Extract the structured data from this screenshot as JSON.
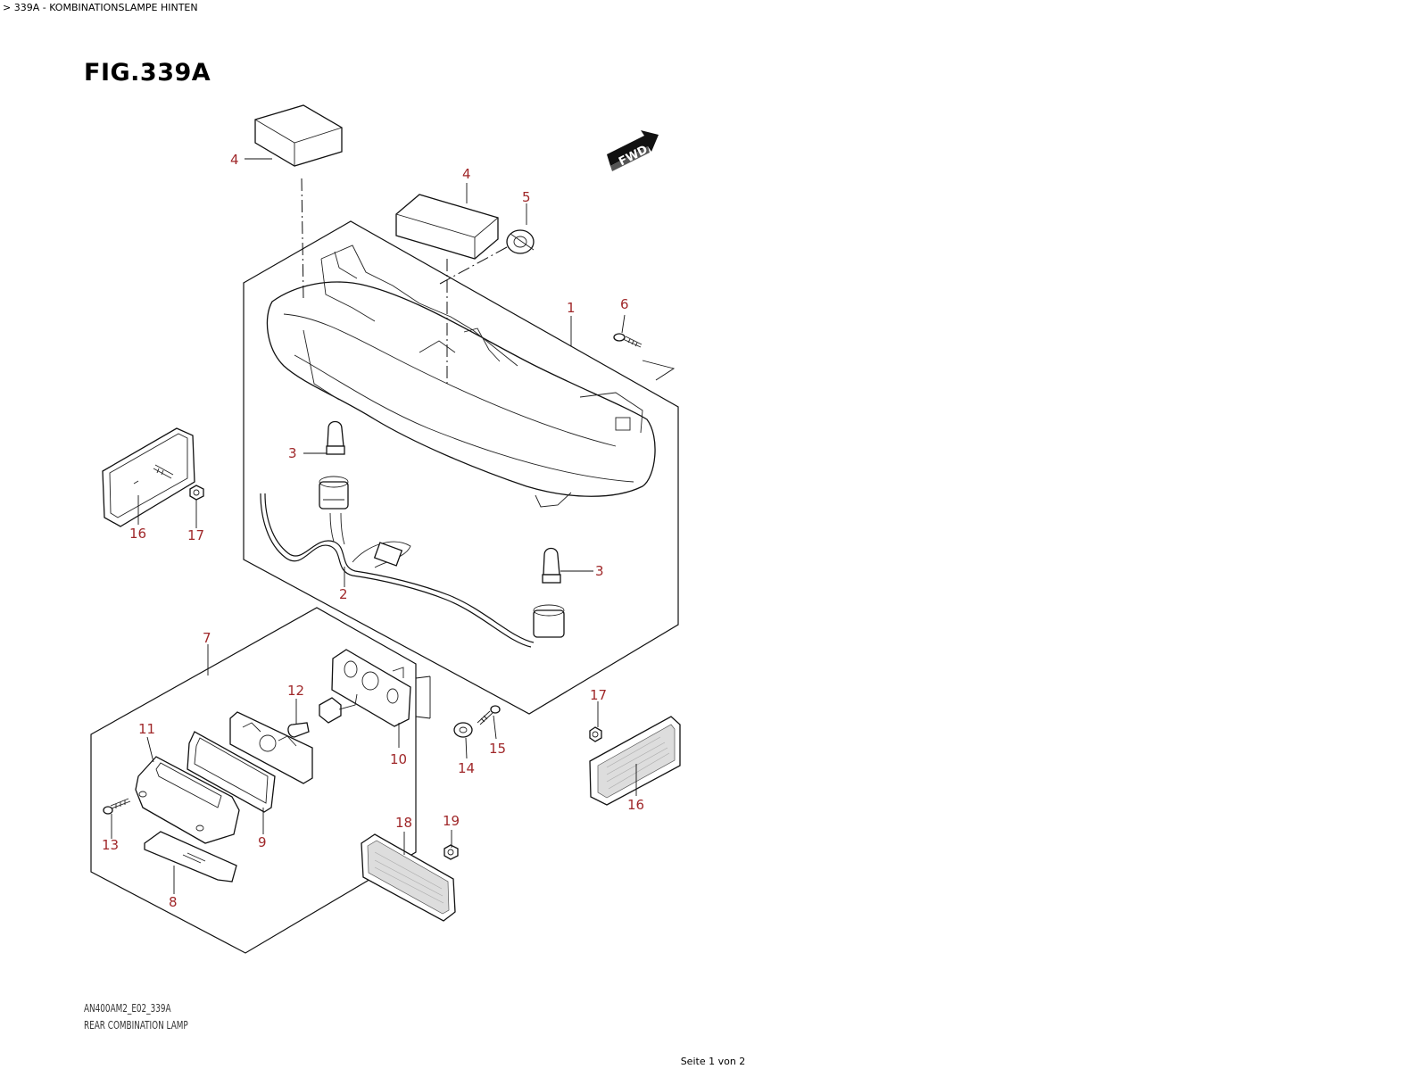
{
  "header": "> 339A - KOMBINATIONSLAMPE HINTEN",
  "figure_title": "FIG.339A",
  "fwd_label": "FWD",
  "callouts": [
    {
      "id": "4a",
      "text": "4"
    },
    {
      "id": "4b",
      "text": "4"
    },
    {
      "id": "5",
      "text": "5"
    },
    {
      "id": "1",
      "text": "1"
    },
    {
      "id": "6",
      "text": "6"
    },
    {
      "id": "3a",
      "text": "3"
    },
    {
      "id": "16a",
      "text": "16"
    },
    {
      "id": "17a",
      "text": "17"
    },
    {
      "id": "2",
      "text": "2"
    },
    {
      "id": "3b",
      "text": "3"
    },
    {
      "id": "7",
      "text": "7"
    },
    {
      "id": "12",
      "text": "12"
    },
    {
      "id": "11",
      "text": "11"
    },
    {
      "id": "10",
      "text": "10"
    },
    {
      "id": "17b",
      "text": "17"
    },
    {
      "id": "15",
      "text": "15"
    },
    {
      "id": "14",
      "text": "14"
    },
    {
      "id": "16b",
      "text": "16"
    },
    {
      "id": "13",
      "text": "13"
    },
    {
      "id": "9",
      "text": "9"
    },
    {
      "id": "18",
      "text": "18"
    },
    {
      "id": "19",
      "text": "19"
    },
    {
      "id": "8",
      "text": "8"
    }
  ],
  "captions": {
    "code": "AN400AM2_E02_339A",
    "name": "REAR COMBINATION LAMP"
  },
  "footer": "Seite 1 von 2"
}
